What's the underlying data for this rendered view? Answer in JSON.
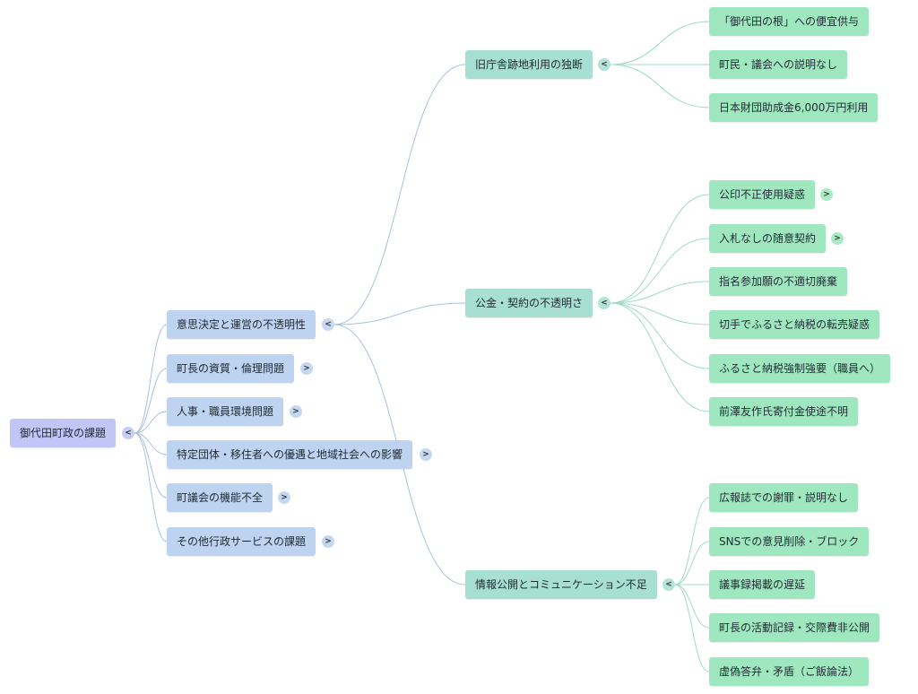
{
  "colors": {
    "root_fill": "#c2c6f6",
    "level1_fill": "#bdd3f0",
    "level2_fill": "#a7e0d2",
    "level3_fill": "#9fe8bf",
    "link_blue": "#a9c2df",
    "link_green": "#9fdcc4"
  },
  "toggle": {
    "collapse": "<",
    "expand": ">"
  },
  "root": {
    "label": "御代田町政の課題"
  },
  "branches": [
    {
      "label": "意思決定と運営の不透明性",
      "subtopics": [
        {
          "label": "旧庁舎跡地利用の独断",
          "items": [
            "「御代田の根」への便宜供与",
            "町民・議会への説明なし",
            "日本財団助成金6,000万円利用"
          ]
        },
        {
          "label": "公金・契約の不透明さ",
          "items": [
            "公印不正使用疑惑",
            "入札なしの随意契約",
            "指名参加願の不適切廃棄",
            "切手でふるさと納税の転売疑惑",
            "ふるさと納税強制強要（職員へ）",
            "前澤友作氏寄付金使途不明"
          ]
        },
        {
          "label": "情報公開とコミュニケーション不足",
          "items": [
            "広報誌での謝罪・説明なし",
            "SNSでの意見削除・ブロック",
            "議事録掲載の遅延",
            "町長の活動記録・交際費非公開",
            "虚偽答弁・矛盾（ご飯論法）"
          ]
        }
      ]
    },
    {
      "label": "町長の資質・倫理問題"
    },
    {
      "label": "人事・職員環境問題"
    },
    {
      "label": "特定団体・移住者への優遇と地域社会への影響"
    },
    {
      "label": "町議会の機能不全"
    },
    {
      "label": "その他行政サービスの課題"
    }
  ]
}
